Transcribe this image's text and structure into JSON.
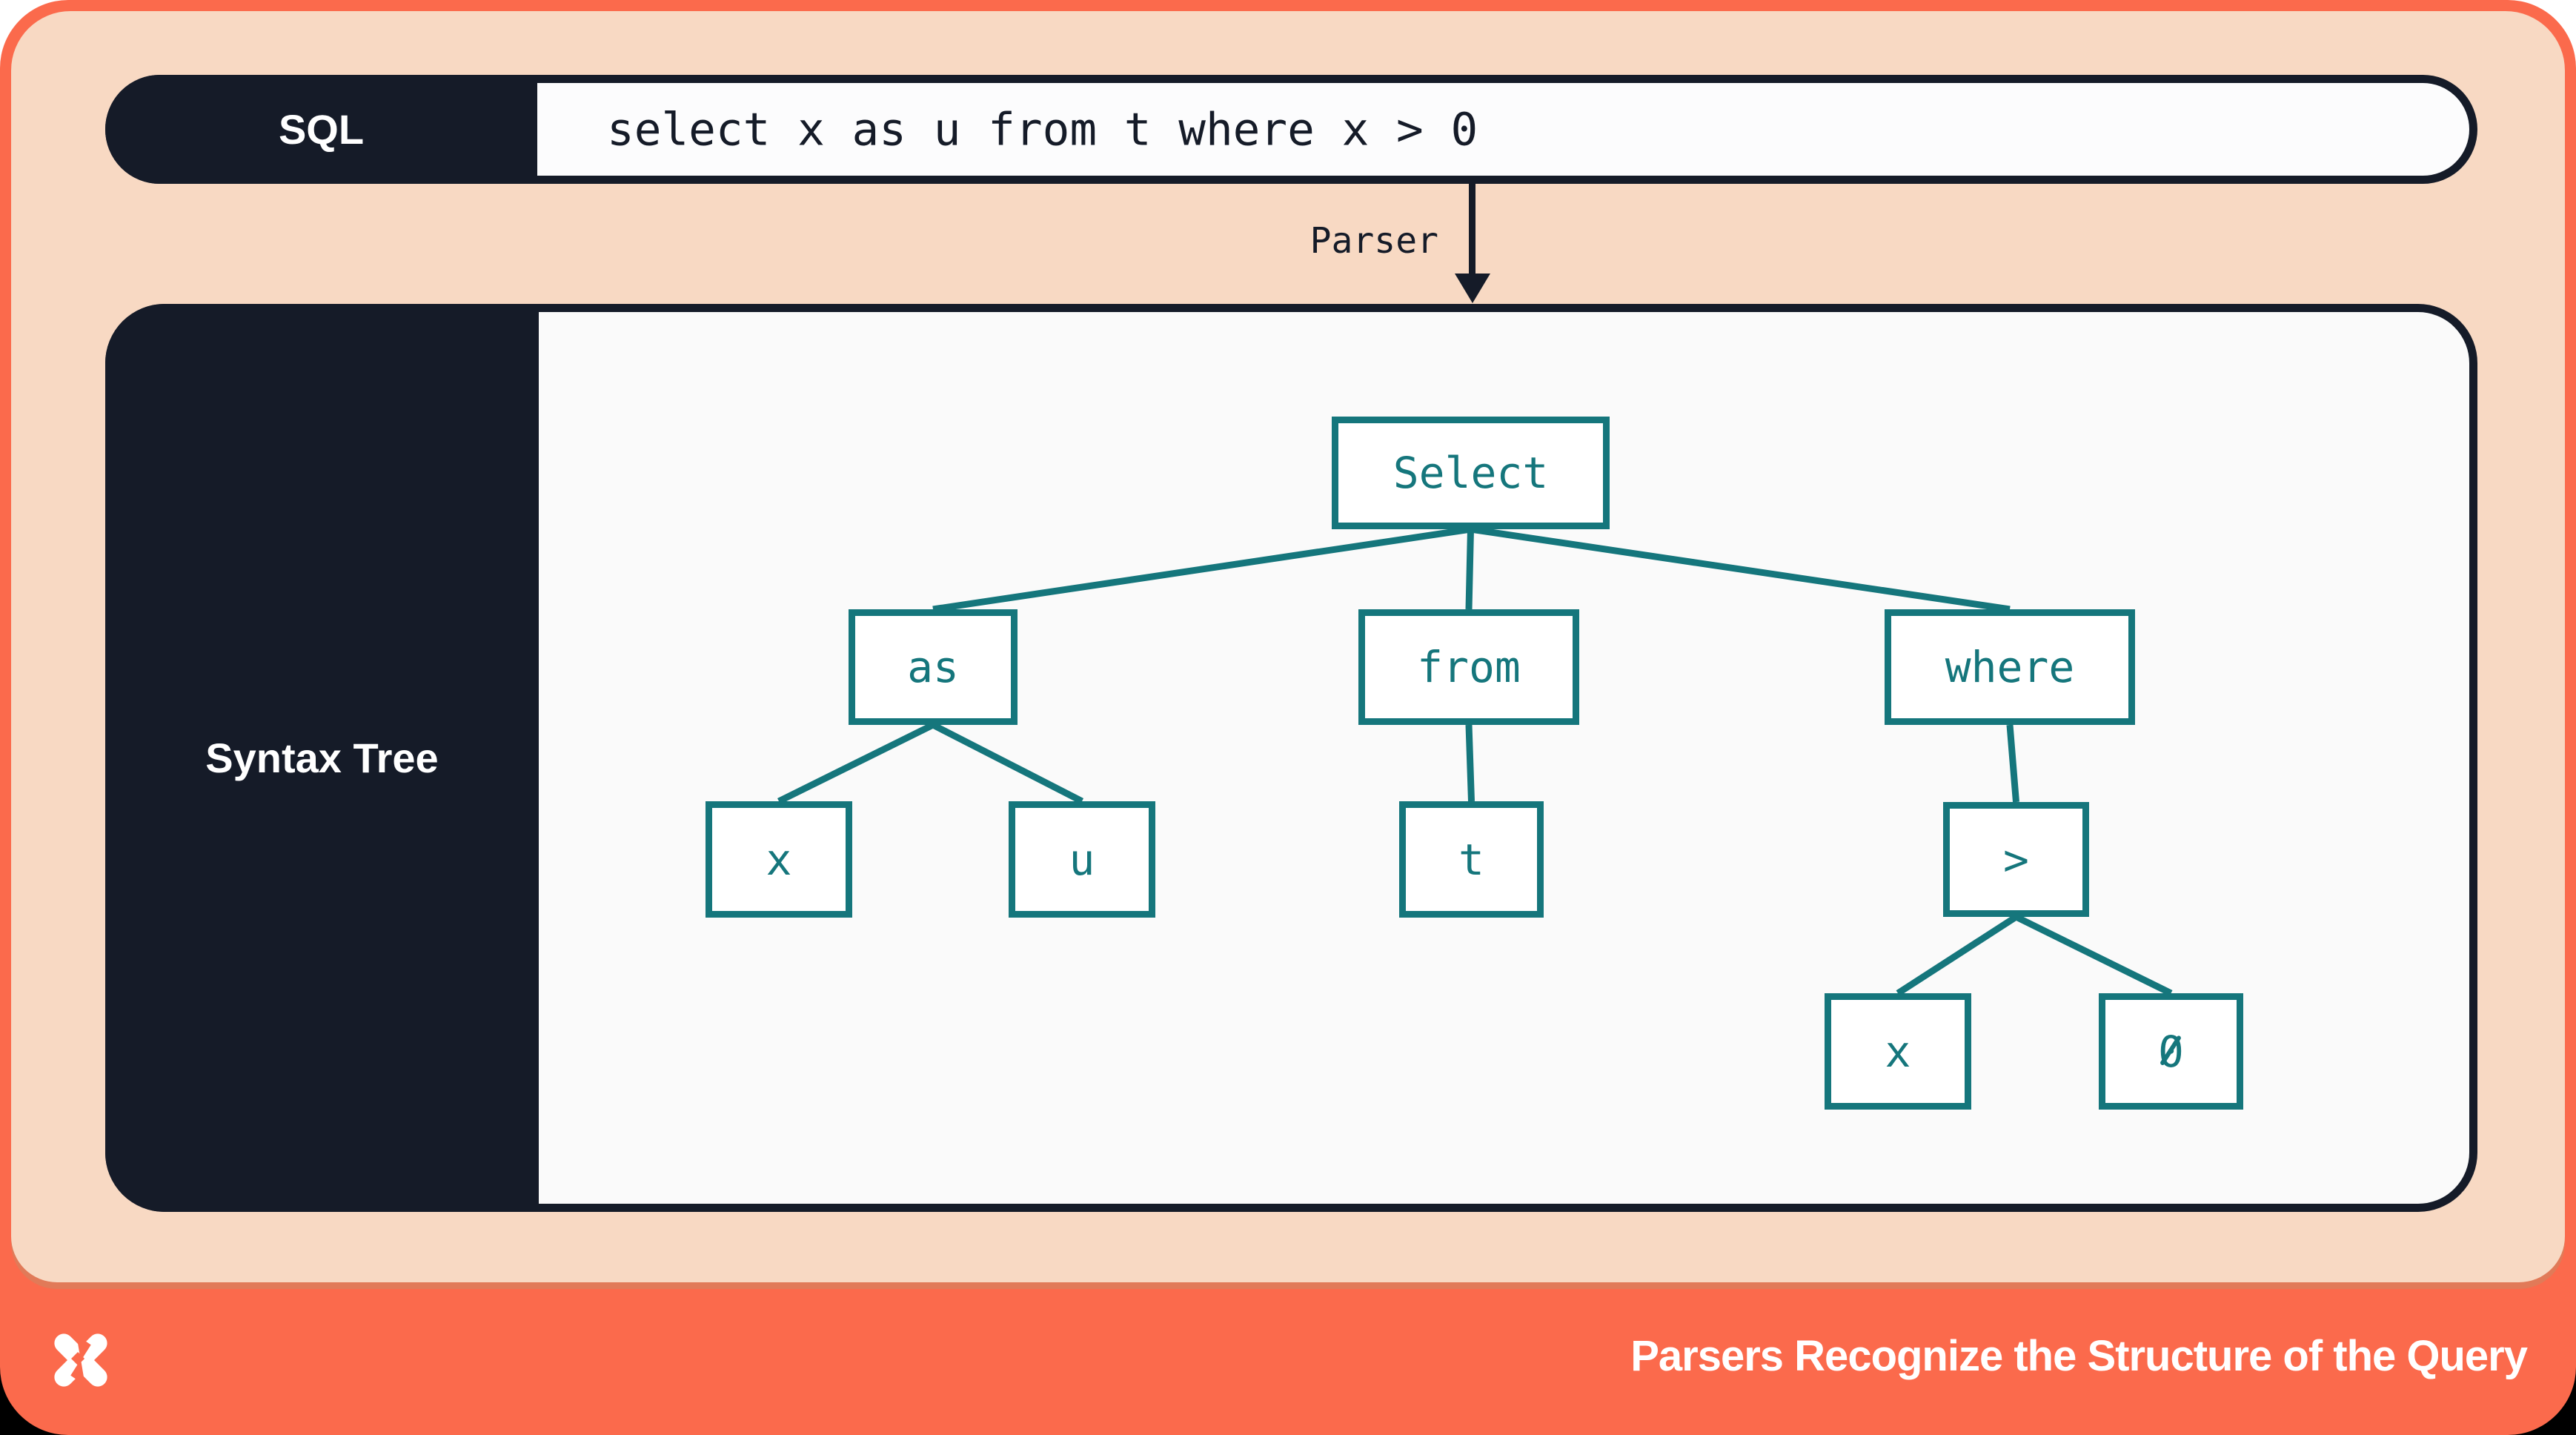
{
  "sql_bar": {
    "label": "SQL",
    "query": "select x as u from t where x > 0"
  },
  "parser": {
    "label": "Parser"
  },
  "syntax_tree_panel": {
    "label": "Syntax Tree"
  },
  "tree": {
    "nodes": [
      {
        "id": "select",
        "label": "Select",
        "parent": null
      },
      {
        "id": "as",
        "label": "as",
        "parent": "select"
      },
      {
        "id": "from",
        "label": "from",
        "parent": "select"
      },
      {
        "id": "where",
        "label": "where",
        "parent": "select"
      },
      {
        "id": "x1",
        "label": "x",
        "parent": "as"
      },
      {
        "id": "u",
        "label": "u",
        "parent": "as"
      },
      {
        "id": "t",
        "label": "t",
        "parent": "from"
      },
      {
        "id": "gt",
        "label": ">",
        "parent": "where"
      },
      {
        "id": "x2",
        "label": "x",
        "parent": "gt"
      },
      {
        "id": "zero",
        "label": "0",
        "parent": "gt",
        "slashed_zero": true
      }
    ]
  },
  "footer": {
    "caption": "Parsers Recognize the Structure of the Query"
  },
  "icons": {
    "logo": "four-point-star-x-logo"
  },
  "colors": {
    "coral": "#fb6a4c",
    "coral_dark_edge": "#e17a58",
    "peach": "#f8d9c3",
    "navy": "#151b28",
    "teal": "#15767c",
    "tree_background": "#fafafa"
  }
}
